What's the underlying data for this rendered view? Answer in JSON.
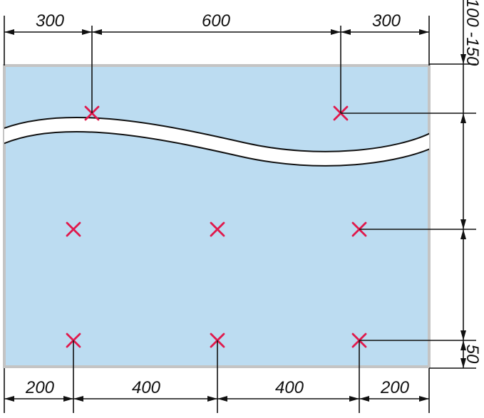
{
  "colors": {
    "panel_fill": "#bcdcf1",
    "panel_border": "#c4c4c4",
    "mark": "#e0194c",
    "ink": "#111111"
  },
  "icons": {
    "fastener_mark": "cross-mark-icon"
  },
  "dimensions": {
    "top": [
      "300",
      "600",
      "300"
    ],
    "bottom": [
      "200",
      "400",
      "400",
      "200"
    ],
    "right_top": "100 -150",
    "right_bottom": "50"
  }
}
